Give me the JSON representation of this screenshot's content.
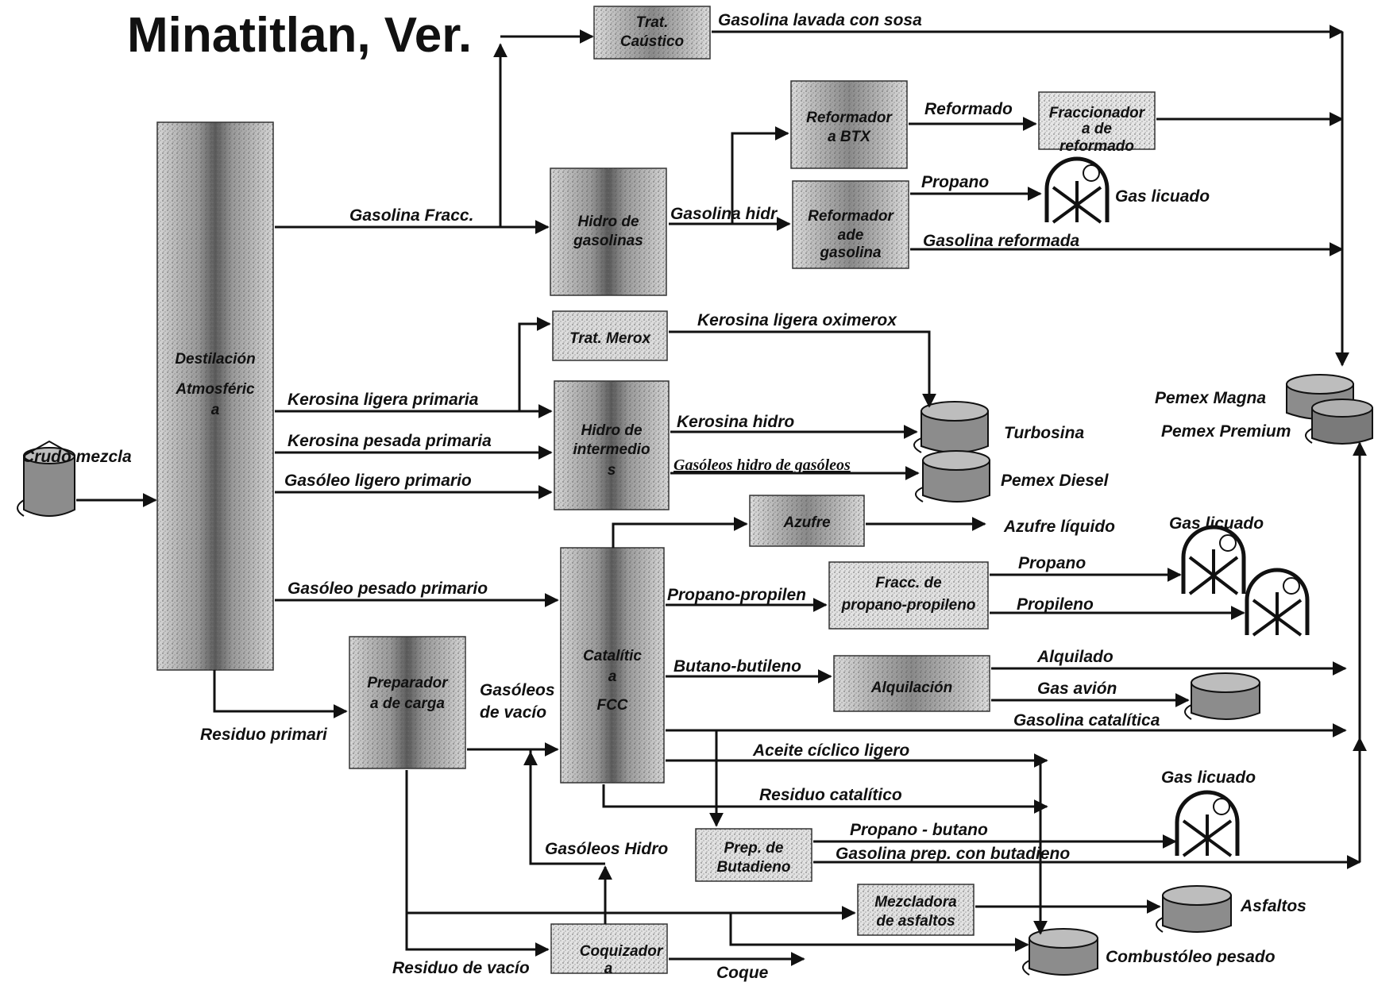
{
  "title": "Minatitlan, Ver.",
  "units": {
    "trat_caustico": [
      "Trat.",
      "Caústico"
    ],
    "destilacion": [
      "Destilación",
      "Atmosféric",
      "a"
    ],
    "hidro_gasolinas": [
      "Hidro de",
      "gasolinas"
    ],
    "reformador_btx": [
      "Reformador",
      "a BTX"
    ],
    "fraccionadora_reformado": [
      "Fraccionador",
      "a de",
      "reformado"
    ],
    "reformador_gasolina": [
      "Reformador",
      "ade",
      "gasolina"
    ],
    "trat_merox": [
      "Trat. Merox"
    ],
    "hidro_intermedios": [
      "Hidro de",
      "intermedio",
      "s"
    ],
    "azufre": [
      "Azufre"
    ],
    "catalitica_fcc": [
      "Catalític",
      "a",
      "FCC"
    ],
    "fracc_propano_propileno": [
      "Fracc. de",
      "propano-propileno"
    ],
    "alquilacion": [
      "Alquilación"
    ],
    "preparadora_carga": [
      "Preparador",
      "a de carga"
    ],
    "prep_butadieno": [
      "Prep. de",
      "Butadieno"
    ],
    "mezcladora_asfaltos": [
      "Mezcladora",
      "de asfaltos"
    ],
    "coquizadora": [
      "Coquizador",
      "a"
    ]
  },
  "streams": {
    "gasolina_lavada": "Gasolina lavada con sosa",
    "reformado": "Reformado",
    "gasolina_fracc": "Gasolina  Fracc.",
    "gasolina_hidr": "Gasolina hidr",
    "propano_1": "Propano",
    "gasolina_reformada": "Gasolina reformada",
    "kerosina_oximerox": "Kerosina ligera oximerox",
    "kerosina_ligera_primaria": "Kerosina ligera primaria",
    "kerosina_pesada_primaria": "Kerosina pesada primaria",
    "gasoleo_ligero_primario": "Gasóleo ligero primario",
    "kerosina_hidro": "Kerosina hidro",
    "gasoleos_hidro_gasoleos": "Gasóleos hidro de gasóleos",
    "gasoleo_pesado_primario": "Gasóleo pesado primario",
    "propano_propilen": "Propano-propilen",
    "propano_2": "Propano",
    "propileno": "Propileno",
    "butano_butileno": "Butano-butileno",
    "alquilado": "Alquilado",
    "gas_avion": "Gas avión",
    "gasolina_catalitica": "Gasolina catalítica",
    "residuo_primario": "Residuo primari",
    "gasoleos_vacio_1": "Gasóleos",
    "gasoleos_vacio_2": "de vacío",
    "aceite_ciclico": "Aceite cíclico ligero",
    "residuo_catalitico": "Residuo catalítico",
    "propano_butano": "Propano - butano",
    "gasolina_butadieno": "Gasolina prep. con butadieno",
    "gasoleos_hidro": "Gasóleos Hidro",
    "residuo_vacio": "Residuo de vacío",
    "coque": "Coque"
  },
  "products": {
    "crudo_mezcla": "Crudo mezcla",
    "gas_licuado_1": "Gas licuado",
    "pemex_magna": "Pemex Magna",
    "pemex_premium": "Pemex Premium",
    "turbosina": "Turbosina",
    "pemex_diesel": "Pemex Diesel",
    "azufre_liquido": "Azufre líquido",
    "gas_licuado_2": "Gas licuado",
    "gas_licuado_3": "Gas licuado",
    "asfaltos": "Asfaltos",
    "combustoleo_pesado": "Combustóleo pesado"
  }
}
